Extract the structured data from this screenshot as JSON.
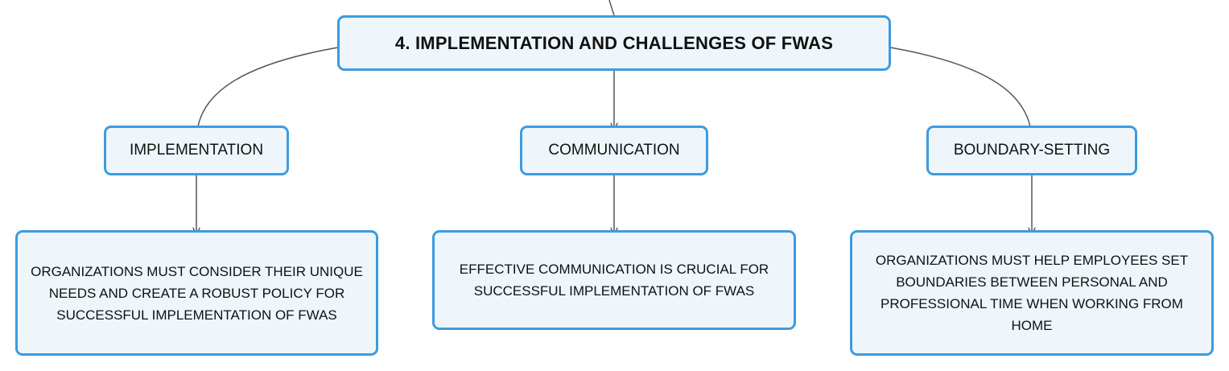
{
  "root": {
    "label": "4. IMPLEMENTATION AND CHALLENGES OF FWAS"
  },
  "branches": [
    {
      "label": "IMPLEMENTATION",
      "detail": "ORGANIZATIONS MUST CONSIDER THEIR UNIQUE NEEDS AND CREATE A ROBUST POLICY FOR SUCCESSFUL IMPLEMENTATION OF FWAS"
    },
    {
      "label": "COMMUNICATION",
      "detail": "EFFECTIVE COMMUNICATION IS CRUCIAL FOR SUCCESSFUL IMPLEMENTATION OF FWAS"
    },
    {
      "label": "BOUNDARY-SETTING",
      "detail": "ORGANIZATIONS MUST HELP EMPLOYEES SET BOUNDARIES BETWEEN PERSONAL AND PROFESSIONAL TIME WHEN WORKING FROM HOME"
    }
  ],
  "colors": {
    "node_border": "#3d9be0",
    "node_fill": "#eef6fc",
    "connector": "#555555"
  }
}
